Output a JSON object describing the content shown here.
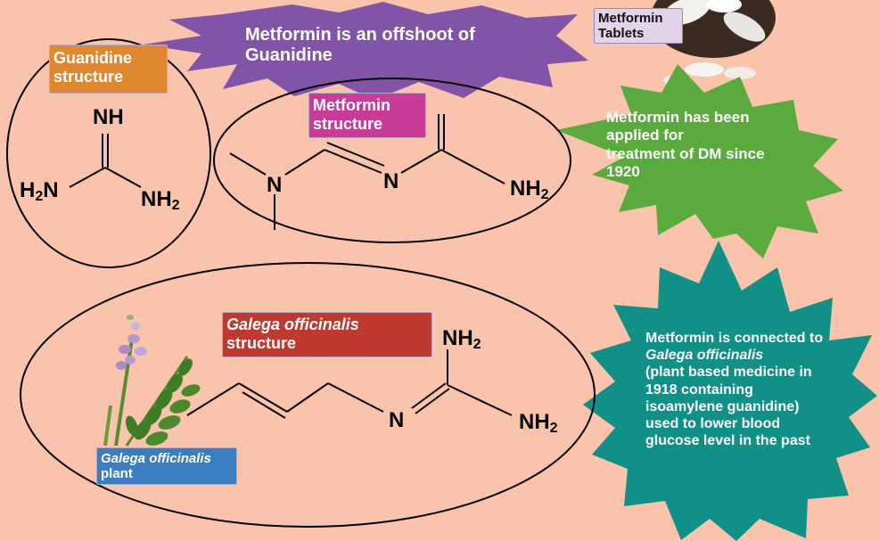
{
  "title_burst": {
    "line1": "Metformin is an offshoot of",
    "line2": "Guanidine"
  },
  "tablets_label": {
    "line1": "Metformin",
    "line2": "Tablets"
  },
  "guanidine": {
    "label_line1": "Guanidine",
    "label_line2": "structure",
    "atom_nh": "NH",
    "atom_h2n_h": "H",
    "atom_h2n_sub": "2",
    "atom_h2n_n": "N",
    "atom_nh2": "NH",
    "atom_nh2_sub": "2"
  },
  "metformin": {
    "label_line1": "Metformin",
    "label_line2": "structure",
    "atom_n1": "N",
    "atom_n2": "N",
    "atom_nh2": "NH",
    "atom_nh2_sub": "2"
  },
  "history_burst": {
    "line1": "Metformin has been",
    "line2": "applied for",
    "line3": "treatment of DM since",
    "line4": "1920"
  },
  "galega": {
    "label_line1": "Galega officinalis",
    "label_line2": "structure",
    "atom_nh2_top": "NH",
    "atom_nh2_top_sub": "2",
    "atom_n": "N",
    "atom_nh2": "NH",
    "atom_nh2_sub": "2",
    "plant_label_line1": "Galega officinalis",
    "plant_label_line2": "plant"
  },
  "connection_burst": {
    "line1": "Metformin is connected to",
    "line2": "Galega officinalis",
    "line3": "(plant based medicine in",
    "line4": "1918 containing",
    "line5": "isoamylene guanidine)",
    "line6": "used to lower blood",
    "line7": "glucose level in the past"
  },
  "colors": {
    "background": "#f9c3ac",
    "purple_burst": "#8154a8",
    "green_burst": "#5aaa3e",
    "teal_burst": "#109086",
    "orange_label": "#e08830",
    "magenta_label": "#c83c98",
    "red_label": "#c0392f",
    "blue_label": "#3a7ec0"
  }
}
